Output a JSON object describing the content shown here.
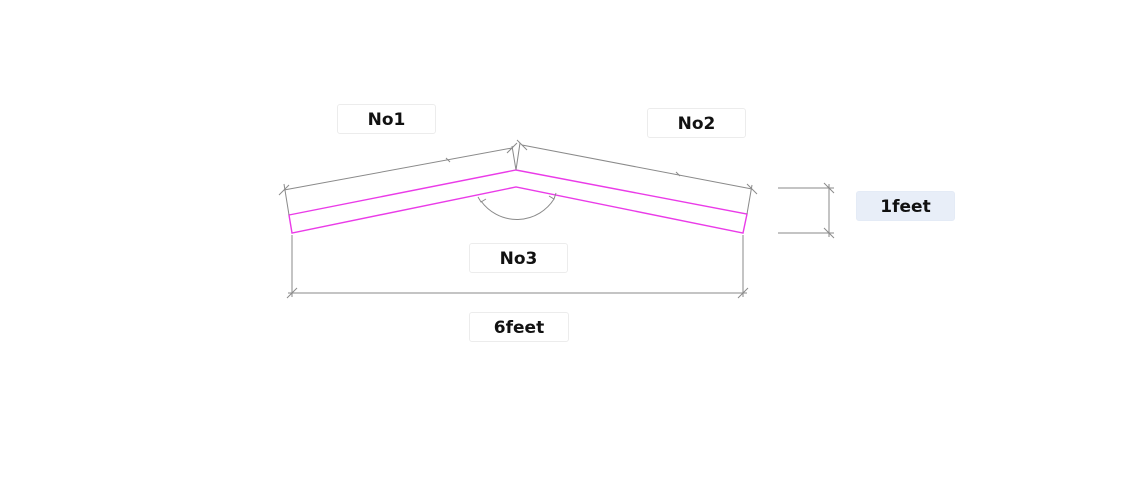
{
  "labels": {
    "no1": "No1",
    "no2": "No2",
    "no3": "No3",
    "overall_width": "6feet",
    "thickness": "1feet"
  },
  "colors": {
    "profile_stroke": "#ea3be8",
    "dimension_stroke": "#8a8a8a",
    "active_label_fill": "#e8eef8",
    "label_fill": "#ffffff"
  },
  "active_label": "thickness"
}
